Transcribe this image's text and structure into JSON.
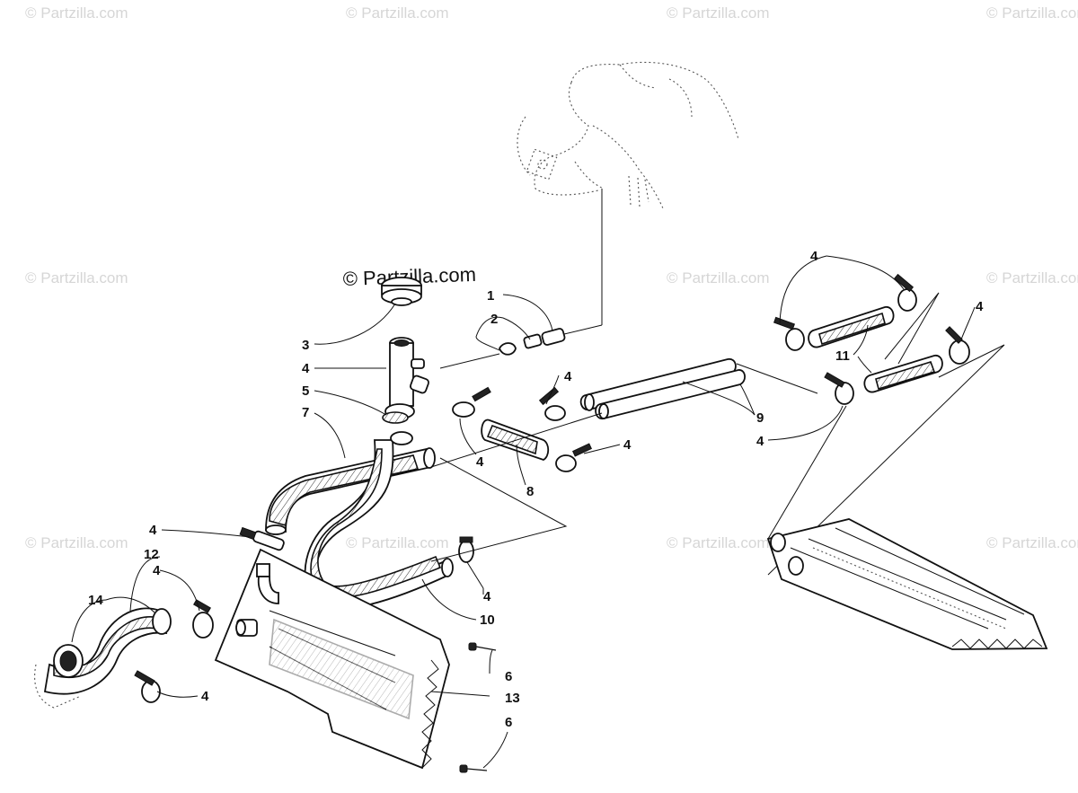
{
  "watermarks": {
    "text": "© Partzilla.com",
    "main_text": "© Partzilla.com"
  },
  "callouts": [
    {
      "id": "c1",
      "label": "1"
    },
    {
      "id": "c2",
      "label": "2"
    },
    {
      "id": "c3",
      "label": "3"
    },
    {
      "id": "c4a",
      "label": "4"
    },
    {
      "id": "c5",
      "label": "5"
    },
    {
      "id": "c7",
      "label": "7"
    },
    {
      "id": "c4b",
      "label": "4"
    },
    {
      "id": "c4c",
      "label": "4"
    },
    {
      "id": "c4d",
      "label": "4"
    },
    {
      "id": "c8",
      "label": "8"
    },
    {
      "id": "c4e",
      "label": "4"
    },
    {
      "id": "c9",
      "label": "9"
    },
    {
      "id": "c4f",
      "label": "4"
    },
    {
      "id": "c11",
      "label": "11"
    },
    {
      "id": "c4g",
      "label": "4"
    },
    {
      "id": "c4h",
      "label": "4"
    },
    {
      "id": "c4i",
      "label": "4"
    },
    {
      "id": "c12",
      "label": "12"
    },
    {
      "id": "c4j",
      "label": "4"
    },
    {
      "id": "c14",
      "label": "14"
    },
    {
      "id": "c4k",
      "label": "4"
    },
    {
      "id": "c10",
      "label": "10"
    },
    {
      "id": "c6a",
      "label": "6"
    },
    {
      "id": "c13",
      "label": "13"
    },
    {
      "id": "c6b",
      "label": "6"
    },
    {
      "id": "c4l",
      "label": "4"
    }
  ]
}
